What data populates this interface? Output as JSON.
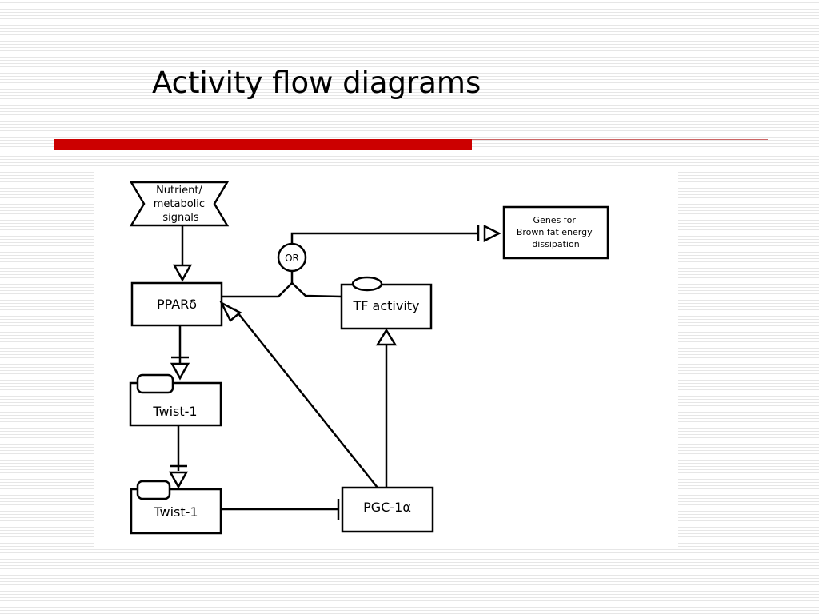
{
  "slide": {
    "title": "Activity flow diagrams",
    "accent_color": "#cc0000",
    "line_color": "#cc6666"
  },
  "diagram": {
    "nodes": {
      "nutrient_signals": {
        "lines": [
          "Nutrient/",
          "metabolic",
          "signals"
        ]
      },
      "ppar_delta": {
        "label": "PPARδ"
      },
      "tf_activity": {
        "label": "TF activity"
      },
      "genes": {
        "lines": [
          "Genes for",
          "Brown fat energy",
          "dissipation"
        ]
      },
      "twist1_top": {
        "label": "Twist-1"
      },
      "twist1_bottom": {
        "label": "Twist-1"
      },
      "pgc1a": {
        "label": "PGC-1α"
      },
      "or_gate": {
        "label": "OR"
      }
    }
  }
}
